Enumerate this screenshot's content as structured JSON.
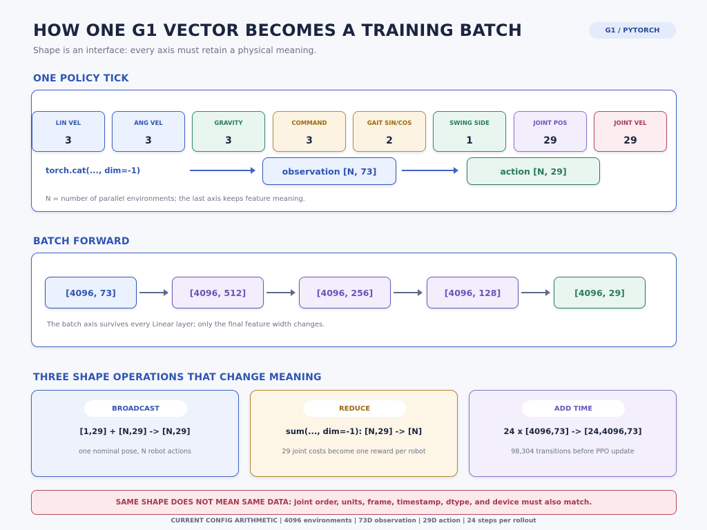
{
  "header": {
    "title": "HOW ONE G1 VECTOR BECOMES A TRAINING BATCH",
    "subtitle": "Shape is an interface: every axis must retain a physical meaning.",
    "tag": "G1 / PYTORCH"
  },
  "policy_tick": {
    "section_title": "ONE POLICY TICK",
    "features": [
      {
        "name": "LIN VEL",
        "dim": "3"
      },
      {
        "name": "ANG VEL",
        "dim": "3"
      },
      {
        "name": "GRAVITY",
        "dim": "3"
      },
      {
        "name": "COMMAND",
        "dim": "3"
      },
      {
        "name": "GAIT SIN/COS",
        "dim": "2"
      },
      {
        "name": "SWING SIDE",
        "dim": "1"
      },
      {
        "name": "JOINT POS",
        "dim": "29"
      },
      {
        "name": "JOINT VEL",
        "dim": "29"
      }
    ],
    "concat_label": "torch.cat(..., dim=-1)",
    "observation": "observation [N, 73]",
    "action": "action [N, 29]",
    "note": "N = number of parallel environments; the last axis keeps feature meaning."
  },
  "batch_forward": {
    "section_title": "BATCH FORWARD",
    "shapes": [
      "[4096, 73]",
      "[4096, 512]",
      "[4096, 256]",
      "[4096, 128]",
      "[4096, 29]"
    ],
    "note": "The batch axis survives every Linear layer; only the final feature width changes."
  },
  "operations": {
    "section_title": "THREE SHAPE OPERATIONS THAT CHANGE MEANING",
    "cards": [
      {
        "label": "BROADCAST",
        "expr": "[1,29] + [N,29] -> [N,29]",
        "desc": "one nominal pose, N robot actions"
      },
      {
        "label": "REDUCE",
        "expr": "sum(..., dim=-1): [N,29] -> [N]",
        "desc": "29 joint costs become one reward per robot"
      },
      {
        "label": "ADD TIME",
        "expr": "24 x [4096,73] -> [24,4096,73]",
        "desc": "98,304 transitions before PPO update"
      }
    ]
  },
  "warning": "SAME SHAPE DOES NOT MEAN SAME DATA: joint order, units, frame, timestamp, dtype, and device must also match.",
  "footer": "CURRENT CONFIG ARITHMETIC | 4096 environments | 73D observation | 29D action | 24 steps per rollout",
  "colors": {
    "accent_blue": "#3f62c4",
    "green": "#2f8a68",
    "orange": "#c08a2a",
    "purple": "#8a72d0",
    "red": "#b8485c"
  }
}
